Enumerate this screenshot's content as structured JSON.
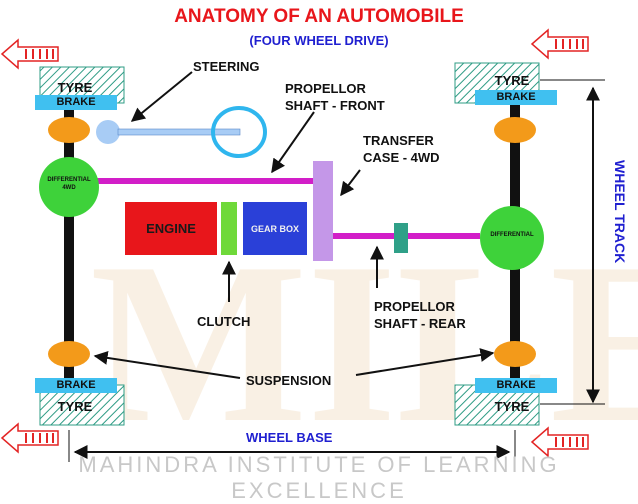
{
  "title": "ANATOMY OF AN AUTOMOBILE",
  "subtitle": "(FOUR WHEEL DRIVE)",
  "labels": {
    "steering": "STEERING",
    "propeller_front": [
      "PROPELLOR",
      "SHAFT - FRONT"
    ],
    "transfer_case": [
      "TRANSFER",
      "CASE - 4WD"
    ],
    "engine": "ENGINE",
    "gear_box": "GEAR BOX",
    "clutch": "CLUTCH",
    "propeller_rear": [
      "PROPELLOR",
      "SHAFT - REAR"
    ],
    "suspension": "SUSPENSION",
    "wheel_base": "WHEEL BASE",
    "wheel_track": "WHEEL TRACK",
    "differential_front": [
      "DIFFERENTIAL",
      "4WD"
    ],
    "differential_rear": "DIFFERENTIAL",
    "tyre": "TYRE",
    "brake": "BRAKE"
  },
  "footer": "MAHINDRA INSTITUTE OF LEARNING EXCELLENCE",
  "watermark": "MILE",
  "colors": {
    "title": "#e8161b",
    "subtitle": "#1f1fd0",
    "engine": "#e8161b",
    "gear_box": "#2a40d8",
    "clutch": "#6fd93a",
    "transfer_case": "#c497e8",
    "shaft": "#d21ec8",
    "differential": "#3ed23a",
    "brake_pad": "#f39a1a",
    "brake_tag": "#40c0f0",
    "tyre_hatch": "#2f9c85",
    "steering_wheel": "#2fb6ee",
    "axle": "#111111",
    "arrow_icon": "#e32424"
  },
  "icons": [
    "direction-arrow-icon"
  ]
}
